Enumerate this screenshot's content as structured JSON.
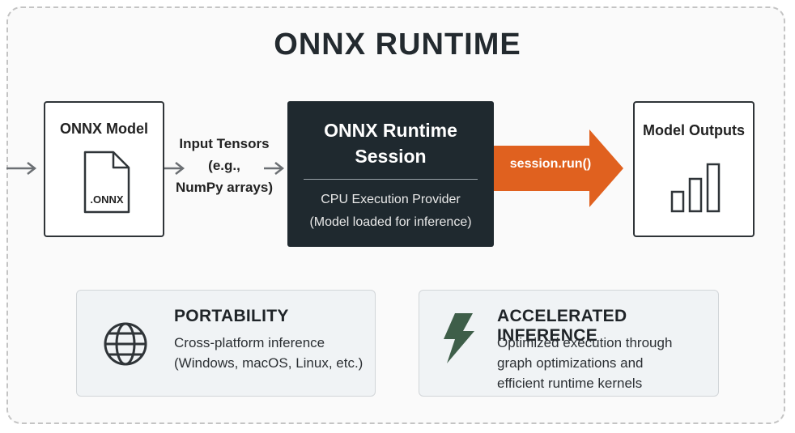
{
  "title": "ONNX RUNTIME",
  "model_box": {
    "title": "ONNX Model",
    "file_label": ".ONNX"
  },
  "input": {
    "line1": "Input Tensors",
    "line2": "(e.g.,",
    "line3": "NumPy arrays)"
  },
  "session": {
    "title_line1": "ONNX Runtime",
    "title_line2": "Session",
    "sub_line1": "CPU Execution Provider",
    "sub_line2": "(Model loaded for inference)"
  },
  "run_call": "session.run()",
  "outputs_box": {
    "title": "Model Outputs"
  },
  "cards": {
    "portability": {
      "title": "PORTABILITY",
      "body_line1": "Cross-platform inference",
      "body_line2": "(Windows, macOS, Linux, etc.)"
    },
    "accelerated": {
      "title": "ACCELERATED INFERENCE",
      "body_line1": "Optimized execution through",
      "body_line2": "graph optimizations and",
      "body_line3": "efficient runtime kernels"
    }
  },
  "colors": {
    "session_bg": "#1f292f",
    "arrow": "#e0611f",
    "bolt": "#3e5e49",
    "card_bg": "#f0f3f5"
  },
  "icons": [
    "file-icon",
    "bar-chart-icon",
    "globe-icon",
    "lightning-bolt-icon",
    "arrow-right-icon"
  ]
}
